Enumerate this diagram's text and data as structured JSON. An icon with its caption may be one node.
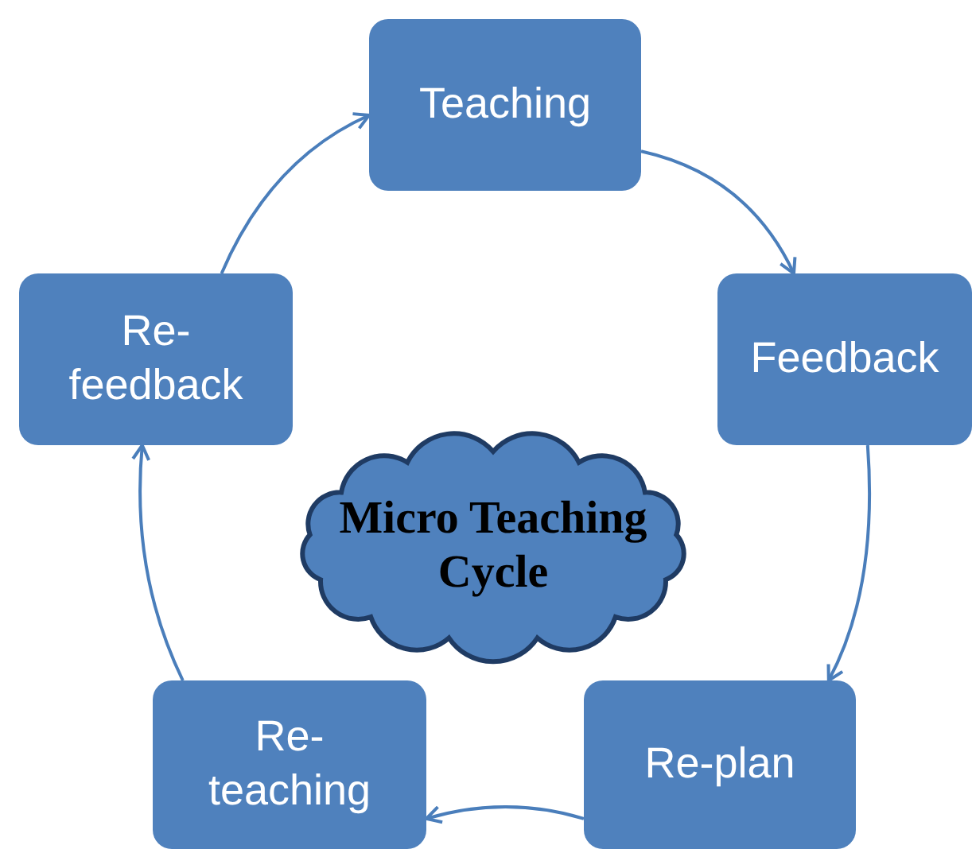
{
  "diagram": {
    "nodes": [
      {
        "text": [
          "Teaching"
        ]
      },
      {
        "text": [
          "Feedback"
        ]
      },
      {
        "text": [
          "Re-plan"
        ]
      },
      {
        "text": [
          "Re-teaching"
        ]
      },
      {
        "text": [
          "Re-feedback"
        ]
      },
      {
        "text": [
          "Micro Teaching Cycle"
        ]
      }
    ],
    "edges": [
      {
        "from": 0,
        "to": 1,
        "arrow": "to"
      },
      {
        "from": 1,
        "to": 2,
        "arrow": "to"
      },
      {
        "from": 2,
        "to": 3,
        "arrow": "to"
      },
      {
        "from": 3,
        "to": 4,
        "arrow": "to"
      },
      {
        "from": 4,
        "to": 0,
        "arrow": "to"
      }
    ]
  }
}
